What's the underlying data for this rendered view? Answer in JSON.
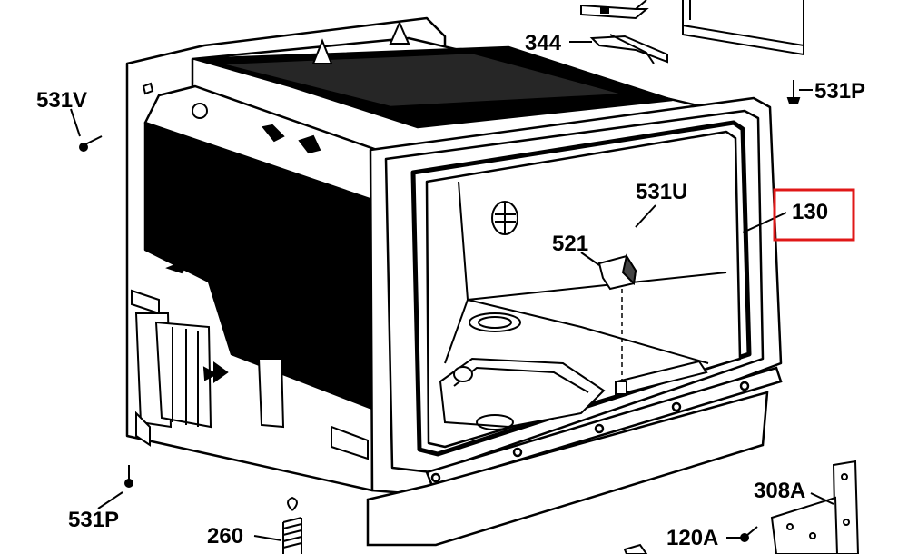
{
  "labels": {
    "l344": "344",
    "l531P_top": "531P",
    "l531V": "531V",
    "l531U": "531U",
    "l130": "130",
    "l521": "521",
    "l531P_bottom": "531P",
    "l260": "260",
    "l120A": "120A",
    "l308A": "308A"
  },
  "highlight": {
    "part": "130",
    "color": "#e01818"
  }
}
